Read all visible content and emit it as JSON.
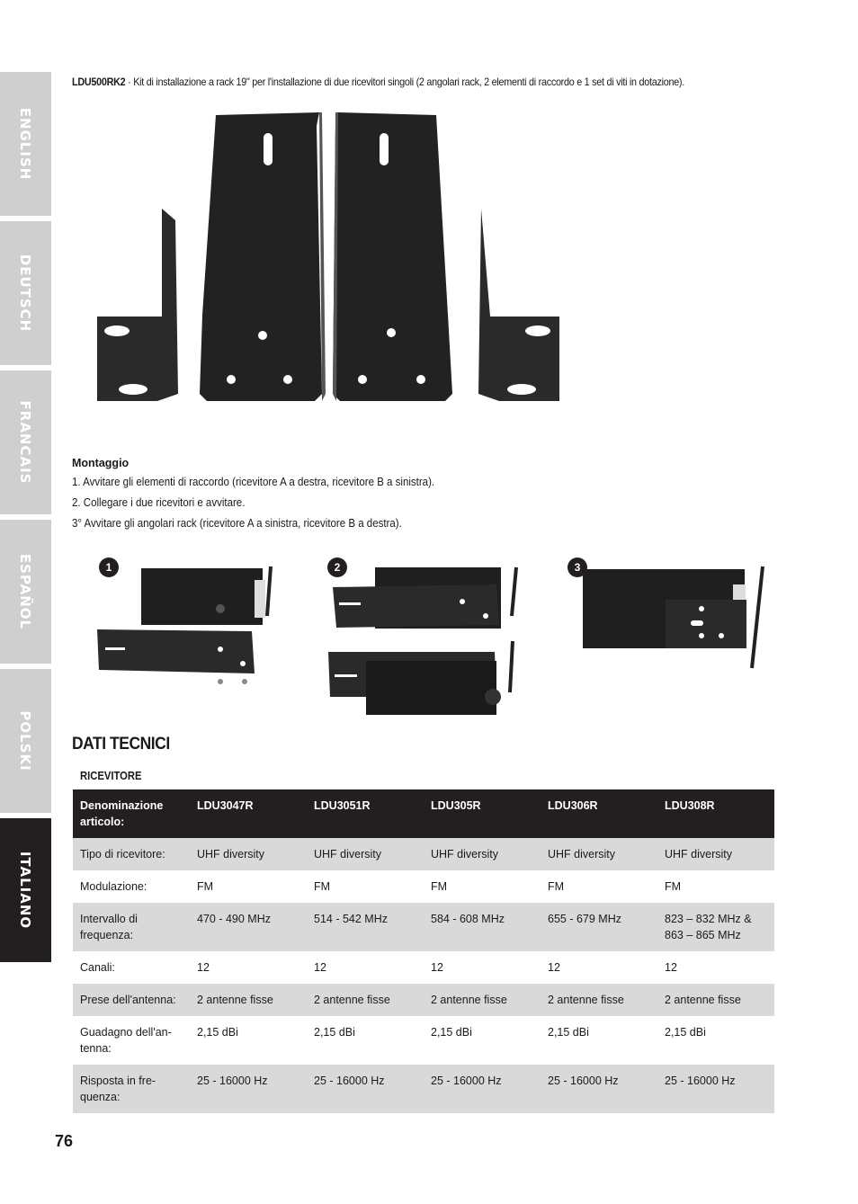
{
  "sidebar": {
    "tabs": [
      {
        "label": "ENGLISH",
        "active": false
      },
      {
        "label": "DEUTSCH",
        "active": false
      },
      {
        "label": "FRANCAIS",
        "active": false
      },
      {
        "label": "ESPAÑOL",
        "active": false
      },
      {
        "label": "POLSKI",
        "active": false
      },
      {
        "label": "ITALIANO",
        "active": true
      }
    ]
  },
  "intro": {
    "code": "LDU500RK2",
    "text": " · Kit di installazione a rack 19\" per l'installazione di due ricevitori singoli (2 angolari rack, 2 elementi di raccordo e 1 set di viti in dotazione)."
  },
  "montaggio": {
    "title": "Montaggio",
    "steps": [
      "1. Avvitare gli elementi di raccordo (ricevitore A a destra, ricevitore B a sinistra).",
      "2. Collegare i due ricevitori e avvitare.",
      "3° Avvitare gli angolari rack (ricevitore A a sinistra, ricevitore B a destra)."
    ]
  },
  "step_badges": [
    "1",
    "2",
    "3"
  ],
  "technical": {
    "title": "DATI TECNICI",
    "subtitle": "RICEVITORE",
    "headers": [
      "Denominazione articolo:",
      "LDU3047R",
      "LDU3051R",
      "LDU305R",
      "LDU306R",
      "LDU308R"
    ],
    "rows": [
      [
        "Tipo di ricevitore:",
        "UHF diversity",
        "UHF diversity",
        "UHF diversity",
        "UHF diversity",
        "UHF diversity"
      ],
      [
        "Modulazione:",
        "FM",
        "FM",
        "FM",
        "FM",
        "FM"
      ],
      [
        "Intervallo di frequenza:",
        "470 - 490 MHz",
        "514 - 542 MHz",
        "584 - 608 MHz",
        "655 - 679 MHz",
        "823 – 832 MHz & 863 – 865 MHz"
      ],
      [
        "Canali:",
        "12",
        "12",
        "12",
        "12",
        "12"
      ],
      [
        "Prese dell'antenna:",
        "2 antenne fisse",
        "2 antenne fisse",
        "2 antenne fisse",
        "2 antenne fisse",
        "2 antenne fisse"
      ],
      [
        "Guadagno dell'an-tenna:",
        "2,15 dBi",
        "2,15 dBi",
        "2,15 dBi",
        "2,15 dBi",
        "2,15 dBi"
      ],
      [
        "Risposta in fre-quenza:",
        "25 - 16000 Hz",
        "25 - 16000 Hz",
        "25 - 16000 Hz",
        "25 - 16000 Hz",
        "25 - 16000 Hz"
      ]
    ]
  },
  "page_number": "76"
}
